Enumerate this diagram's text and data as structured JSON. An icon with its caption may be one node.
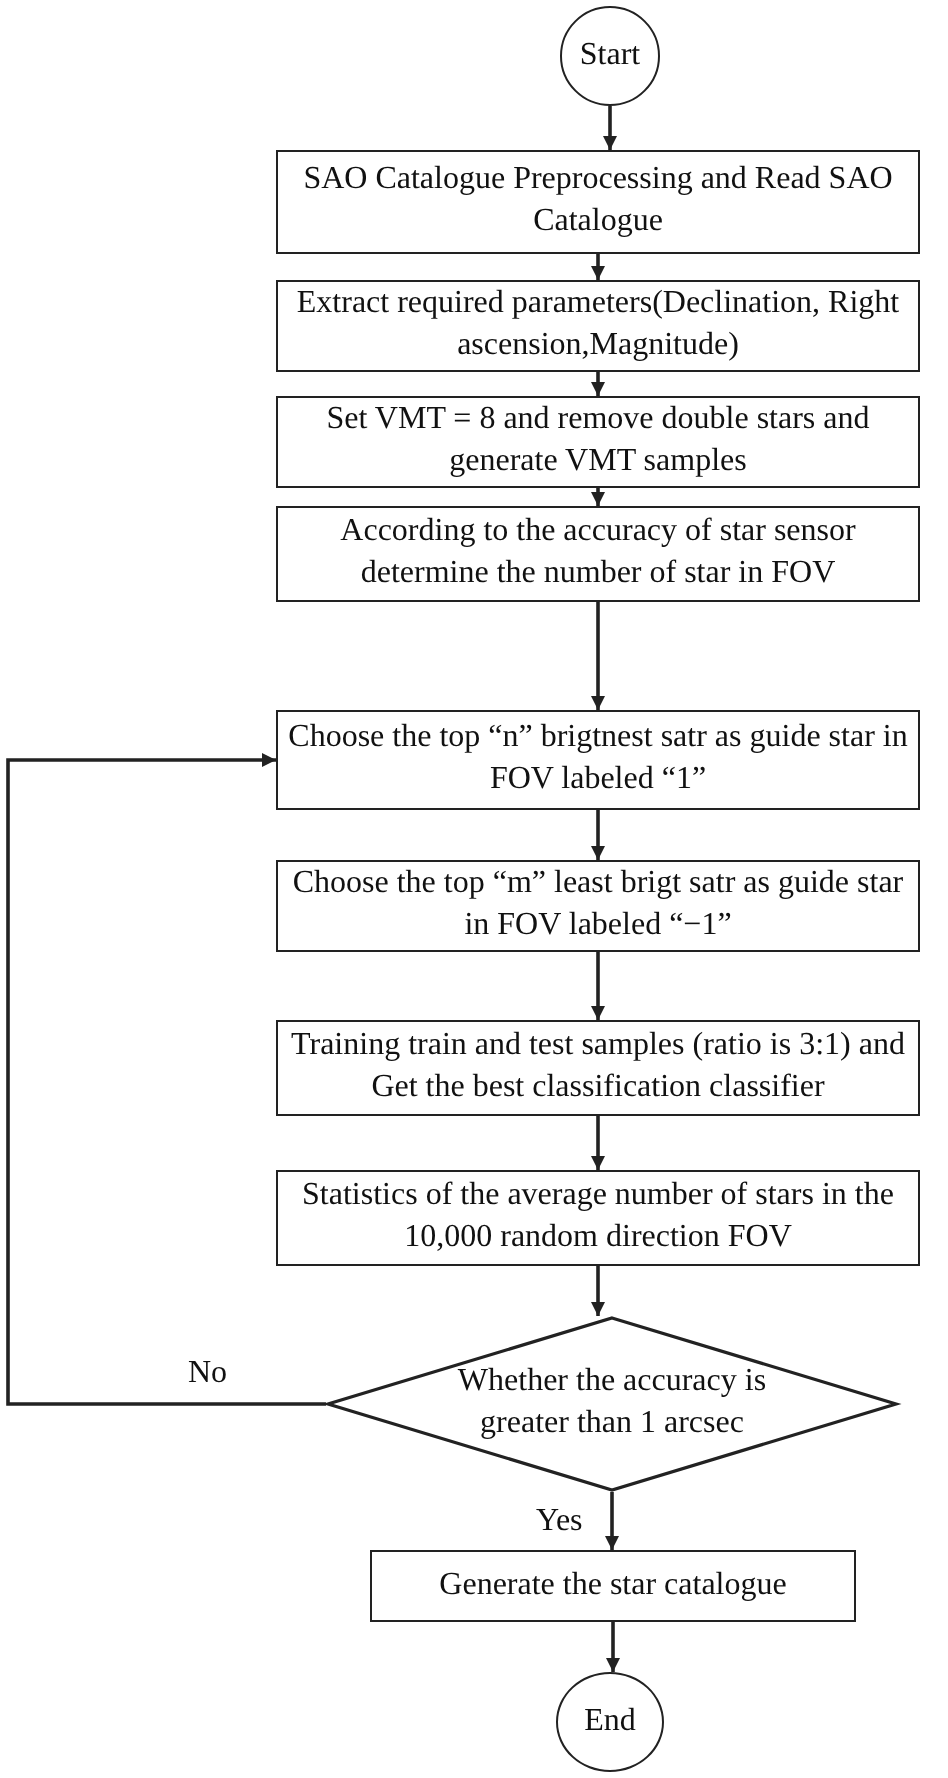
{
  "diagram": {
    "nodes": [
      {
        "text": [
          "Start"
        ]
      },
      {
        "text": [
          "SAO Catalogue Preprocessing and Read SAO Catalogue"
        ]
      },
      {
        "text": [
          "Extract required parameters(Declination, Right ascension,Magnitude)"
        ]
      },
      {
        "text": [
          "Set VMT = 8 and remove double stars and generate VMT samples"
        ]
      },
      {
        "text": [
          "According to the accuracy of star sensor determine the number of star in FOV"
        ]
      },
      {
        "text": [
          "Choose the top “n” brigtnest satr as guide star in FOV labeled “1”"
        ]
      },
      {
        "text": [
          "Choose the top “m” least brigt satr as guide star in FOV labeled “−1”"
        ]
      },
      {
        "text": [
          "Training train and test samples (ratio is 3:1) and Get the best classification classifier"
        ]
      },
      {
        "text": [
          "Statistics of the average number of stars in the 10,000 random direction FOV"
        ]
      },
      {
        "text": [
          "Whether the accuracy is greater than 1 arcsec"
        ]
      },
      {
        "text": [
          "Generate the star catalogue"
        ]
      },
      {
        "text": [
          "End"
        ]
      }
    ],
    "edges": [
      {
        "from": 0,
        "to": 1,
        "arrow": "to"
      },
      {
        "from": 1,
        "to": 2,
        "arrow": "to"
      },
      {
        "from": 2,
        "to": 3,
        "arrow": "to"
      },
      {
        "from": 3,
        "to": 4,
        "arrow": "to"
      },
      {
        "from": 4,
        "to": 5,
        "arrow": "to"
      },
      {
        "from": 5,
        "to": 6,
        "arrow": "to"
      },
      {
        "from": 6,
        "to": 7,
        "arrow": "to"
      },
      {
        "from": 7,
        "to": 8,
        "arrow": "to"
      },
      {
        "from": 8,
        "to": 9,
        "arrow": "to"
      },
      {
        "from": 9,
        "to": 5,
        "arrow": "to",
        "label": "No"
      },
      {
        "from": 9,
        "to": 10,
        "arrow": "to",
        "label": "Yes"
      },
      {
        "from": 10,
        "to": 11,
        "arrow": "to"
      }
    ]
  }
}
